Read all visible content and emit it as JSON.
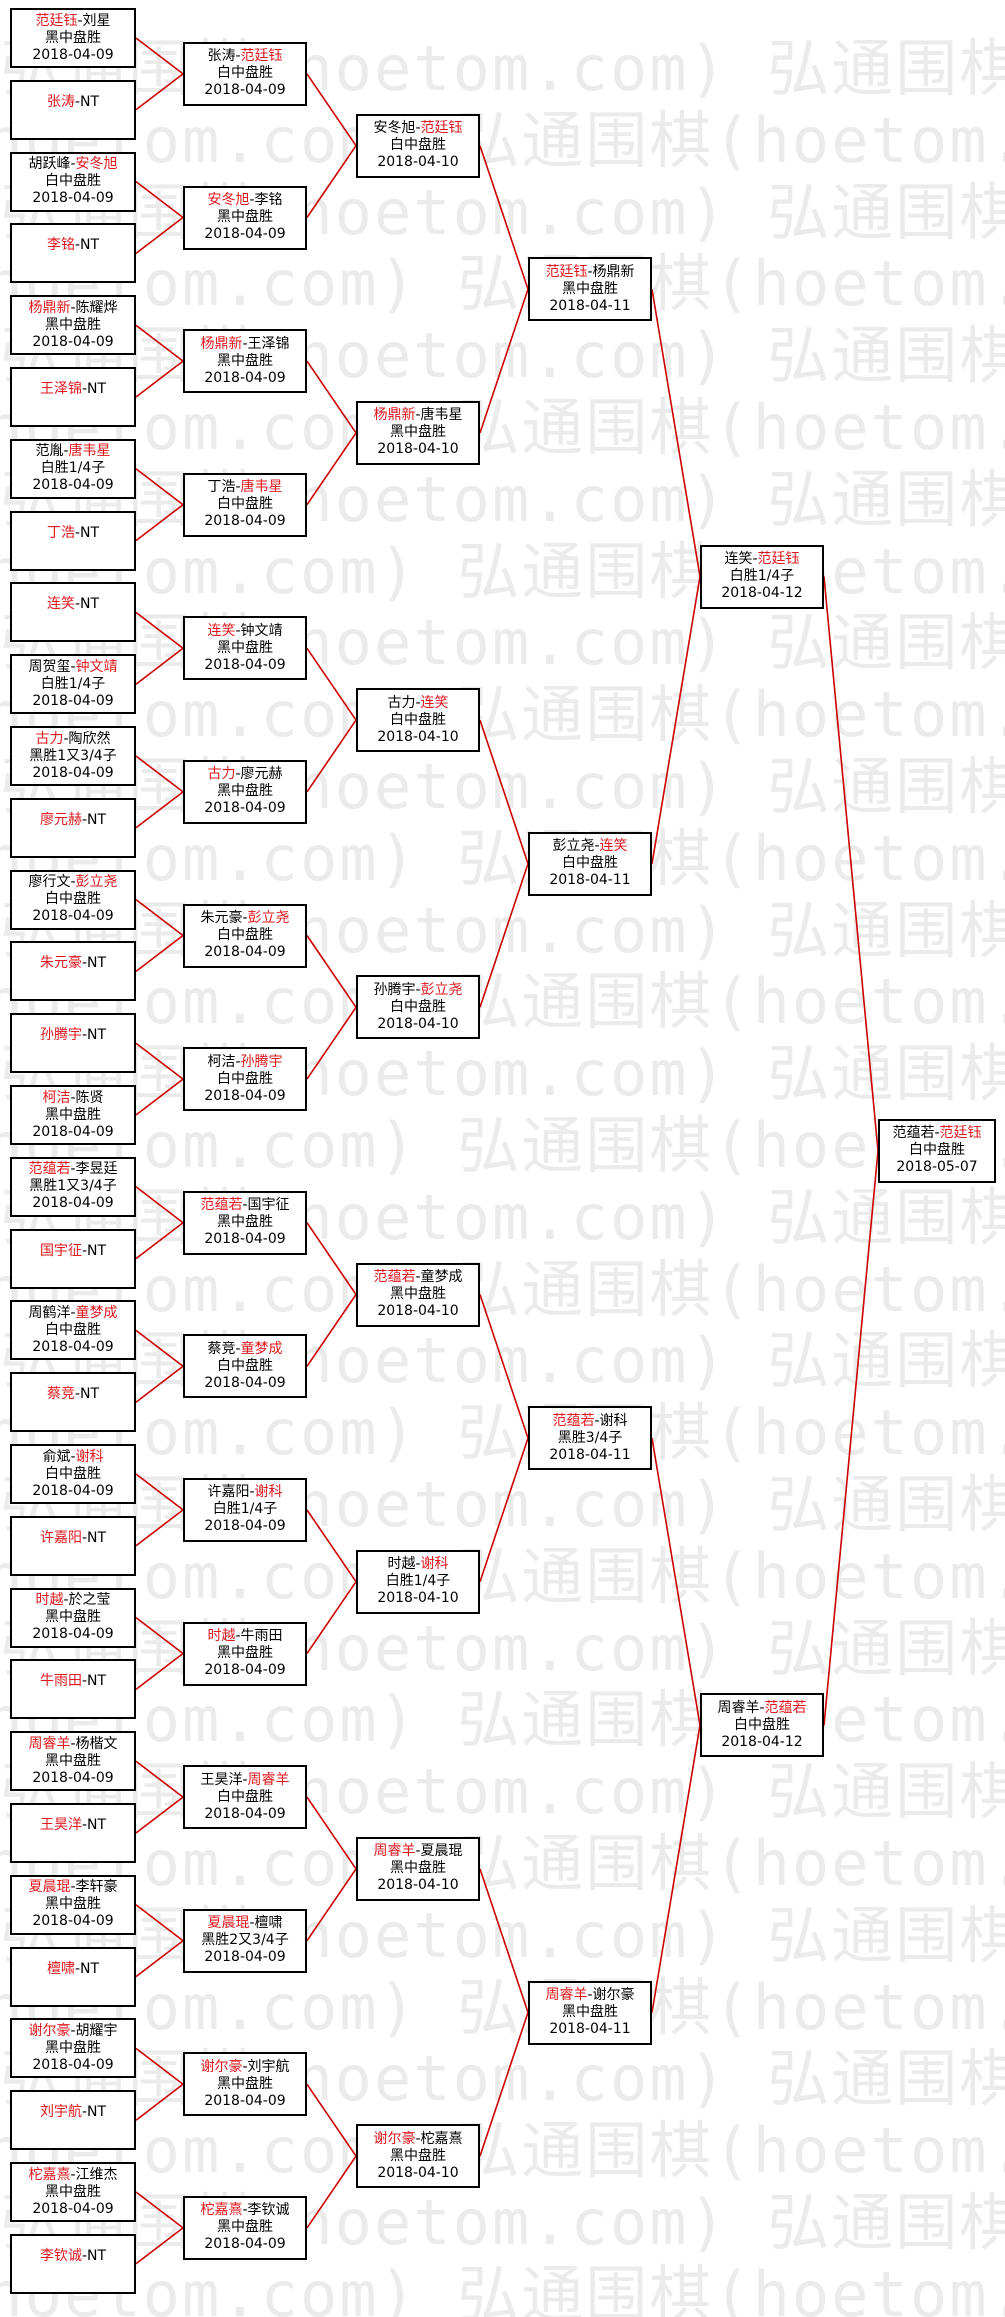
{
  "watermark": "弘通围棋(hoetom.com)",
  "colors": {
    "winner": "#e0191e",
    "line": "#cc0000"
  },
  "round1": [
    {
      "p1": "范廷钰",
      "p2": "刘星",
      "winner": 1,
      "result": "黑中盘胜",
      "date": "2018-04-09"
    },
    {
      "p1": "张涛",
      "p2": "NT",
      "winner": 1,
      "result": "",
      "date": ""
    },
    {
      "p1": "胡跃峰",
      "p2": "安冬旭",
      "winner": 2,
      "result": "白中盘胜",
      "date": "2018-04-09"
    },
    {
      "p1": "李铭",
      "p2": "NT",
      "winner": 1,
      "result": "",
      "date": ""
    },
    {
      "p1": "杨鼎新",
      "p2": "陈耀烨",
      "winner": 1,
      "result": "黑中盘胜",
      "date": "2018-04-09"
    },
    {
      "p1": "王泽锦",
      "p2": "NT",
      "winner": 1,
      "result": "",
      "date": ""
    },
    {
      "p1": "范胤",
      "p2": "唐韦星",
      "winner": 2,
      "result": "白胜1/4子",
      "date": "2018-04-09"
    },
    {
      "p1": "丁浩",
      "p2": "NT",
      "winner": 1,
      "result": "",
      "date": ""
    },
    {
      "p1": "连笑",
      "p2": "NT",
      "winner": 1,
      "result": "",
      "date": ""
    },
    {
      "p1": "周贺玺",
      "p2": "钟文靖",
      "winner": 2,
      "result": "白胜1/4子",
      "date": "2018-04-09"
    },
    {
      "p1": "古力",
      "p2": "陶欣然",
      "winner": 1,
      "result": "黑胜1又3/4子",
      "date": "2018-04-09"
    },
    {
      "p1": "廖元赫",
      "p2": "NT",
      "winner": 1,
      "result": "",
      "date": ""
    },
    {
      "p1": "廖行文",
      "p2": "彭立尧",
      "winner": 2,
      "result": "白中盘胜",
      "date": "2018-04-09"
    },
    {
      "p1": "朱元豪",
      "p2": "NT",
      "winner": 1,
      "result": "",
      "date": ""
    },
    {
      "p1": "孙腾宇",
      "p2": "NT",
      "winner": 1,
      "result": "",
      "date": ""
    },
    {
      "p1": "柯洁",
      "p2": "陈贤",
      "winner": 1,
      "result": "黑中盘胜",
      "date": "2018-04-09"
    },
    {
      "p1": "范蕴若",
      "p2": "李昱廷",
      "winner": 1,
      "result": "黑胜1又3/4子",
      "date": "2018-04-09"
    },
    {
      "p1": "国宇征",
      "p2": "NT",
      "winner": 1,
      "result": "",
      "date": ""
    },
    {
      "p1": "周鹤洋",
      "p2": "童梦成",
      "winner": 2,
      "result": "白中盘胜",
      "date": "2018-04-09"
    },
    {
      "p1": "蔡竞",
      "p2": "NT",
      "winner": 1,
      "result": "",
      "date": ""
    },
    {
      "p1": "俞斌",
      "p2": "谢科",
      "winner": 2,
      "result": "白中盘胜",
      "date": "2018-04-09"
    },
    {
      "p1": "许嘉阳",
      "p2": "NT",
      "winner": 1,
      "result": "",
      "date": ""
    },
    {
      "p1": "时越",
      "p2": "於之莹",
      "winner": 1,
      "result": "黑中盘胜",
      "date": "2018-04-09"
    },
    {
      "p1": "牛雨田",
      "p2": "NT",
      "winner": 1,
      "result": "",
      "date": ""
    },
    {
      "p1": "周睿羊",
      "p2": "杨楷文",
      "winner": 1,
      "result": "黑中盘胜",
      "date": "2018-04-09"
    },
    {
      "p1": "王昊洋",
      "p2": "NT",
      "winner": 1,
      "result": "",
      "date": ""
    },
    {
      "p1": "夏晨琨",
      "p2": "李轩豪",
      "winner": 1,
      "result": "黑中盘胜",
      "date": "2018-04-09"
    },
    {
      "p1": "檀啸",
      "p2": "NT",
      "winner": 1,
      "result": "",
      "date": ""
    },
    {
      "p1": "谢尔豪",
      "p2": "胡耀宇",
      "winner": 1,
      "result": "黑中盘胜",
      "date": "2018-04-09"
    },
    {
      "p1": "刘宇航",
      "p2": "NT",
      "winner": 1,
      "result": "",
      "date": ""
    },
    {
      "p1": "柁嘉熹",
      "p2": "江维杰",
      "winner": 1,
      "result": "黑中盘胜",
      "date": "2018-04-09"
    },
    {
      "p1": "李钦诚",
      "p2": "NT",
      "winner": 1,
      "result": "",
      "date": ""
    }
  ],
  "round2": [
    {
      "p1": "张涛",
      "p2": "范廷钰",
      "winner": 2,
      "result": "白中盘胜",
      "date": "2018-04-09"
    },
    {
      "p1": "安冬旭",
      "p2": "李铭",
      "winner": 1,
      "result": "黑中盘胜",
      "date": "2018-04-09"
    },
    {
      "p1": "杨鼎新",
      "p2": "王泽锦",
      "winner": 1,
      "result": "黑中盘胜",
      "date": "2018-04-09"
    },
    {
      "p1": "丁浩",
      "p2": "唐韦星",
      "winner": 2,
      "result": "白中盘胜",
      "date": "2018-04-09"
    },
    {
      "p1": "连笑",
      "p2": "钟文靖",
      "winner": 1,
      "result": "黑中盘胜",
      "date": "2018-04-09"
    },
    {
      "p1": "古力",
      "p2": "廖元赫",
      "winner": 1,
      "result": "黑中盘胜",
      "date": "2018-04-09"
    },
    {
      "p1": "朱元豪",
      "p2": "彭立尧",
      "winner": 2,
      "result": "白中盘胜",
      "date": "2018-04-09"
    },
    {
      "p1": "柯洁",
      "p2": "孙腾宇",
      "winner": 2,
      "result": "白中盘胜",
      "date": "2018-04-09"
    },
    {
      "p1": "范蕴若",
      "p2": "国宇征",
      "winner": 1,
      "result": "黑中盘胜",
      "date": "2018-04-09"
    },
    {
      "p1": "蔡竞",
      "p2": "童梦成",
      "winner": 2,
      "result": "白中盘胜",
      "date": "2018-04-09"
    },
    {
      "p1": "许嘉阳",
      "p2": "谢科",
      "winner": 2,
      "result": "白胜1/4子",
      "date": "2018-04-09"
    },
    {
      "p1": "时越",
      "p2": "牛雨田",
      "winner": 1,
      "result": "黑中盘胜",
      "date": "2018-04-09"
    },
    {
      "p1": "王昊洋",
      "p2": "周睿羊",
      "winner": 2,
      "result": "白中盘胜",
      "date": "2018-04-09"
    },
    {
      "p1": "夏晨琨",
      "p2": "檀啸",
      "winner": 1,
      "result": "黑胜2又3/4子",
      "date": "2018-04-09"
    },
    {
      "p1": "谢尔豪",
      "p2": "刘宇航",
      "winner": 1,
      "result": "黑中盘胜",
      "date": "2018-04-09"
    },
    {
      "p1": "柁嘉熹",
      "p2": "李钦诚",
      "winner": 1,
      "result": "黑中盘胜",
      "date": "2018-04-09"
    }
  ],
  "round3": [
    {
      "p1": "安冬旭",
      "p2": "范廷钰",
      "winner": 2,
      "result": "白中盘胜",
      "date": "2018-04-10"
    },
    {
      "p1": "杨鼎新",
      "p2": "唐韦星",
      "winner": 1,
      "result": "黑中盘胜",
      "date": "2018-04-10"
    },
    {
      "p1": "古力",
      "p2": "连笑",
      "winner": 2,
      "result": "白中盘胜",
      "date": "2018-04-10"
    },
    {
      "p1": "孙腾宇",
      "p2": "彭立尧",
      "winner": 2,
      "result": "白中盘胜",
      "date": "2018-04-10"
    },
    {
      "p1": "范蕴若",
      "p2": "童梦成",
      "winner": 1,
      "result": "黑中盘胜",
      "date": "2018-04-10"
    },
    {
      "p1": "时越",
      "p2": "谢科",
      "winner": 2,
      "result": "白胜1/4子",
      "date": "2018-04-10"
    },
    {
      "p1": "周睿羊",
      "p2": "夏晨琨",
      "winner": 1,
      "result": "黑中盘胜",
      "date": "2018-04-10"
    },
    {
      "p1": "谢尔豪",
      "p2": "柁嘉熹",
      "winner": 1,
      "result": "黑中盘胜",
      "date": "2018-04-10"
    }
  ],
  "round4": [
    {
      "p1": "范廷钰",
      "p2": "杨鼎新",
      "winner": 1,
      "result": "黑中盘胜",
      "date": "2018-04-11"
    },
    {
      "p1": "彭立尧",
      "p2": "连笑",
      "winner": 2,
      "result": "白中盘胜",
      "date": "2018-04-11"
    },
    {
      "p1": "范蕴若",
      "p2": "谢科",
      "winner": 1,
      "result": "黑胜3/4子",
      "date": "2018-04-11"
    },
    {
      "p1": "周睿羊",
      "p2": "谢尔豪",
      "winner": 1,
      "result": "黑中盘胜",
      "date": "2018-04-11"
    }
  ],
  "round5": [
    {
      "p1": "连笑",
      "p2": "范廷钰",
      "winner": 2,
      "result": "白胜1/4子",
      "date": "2018-04-12"
    },
    {
      "p1": "周睿羊",
      "p2": "范蕴若",
      "winner": 2,
      "result": "白中盘胜",
      "date": "2018-04-12"
    }
  ],
  "round6": [
    {
      "p1": "范蕴若",
      "p2": "范廷钰",
      "winner": 2,
      "result": "白中盘胜",
      "date": "2018-05-07"
    }
  ]
}
